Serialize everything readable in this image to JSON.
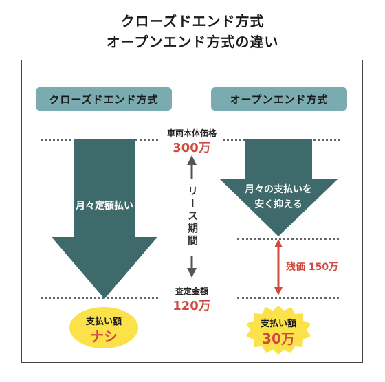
{
  "title": {
    "line1": "クローズドエンド方式",
    "line2": "オープンエンド方式の違い"
  },
  "closed": {
    "heading": "クローズドエンド方式",
    "arrow_label": "月々定額払い",
    "result_label": "支払い額",
    "result_value": "ナシ"
  },
  "open": {
    "heading": "オープンエンド方式",
    "arrow_label_line1": "月々の支払いを",
    "arrow_label_line2": "安く抑える",
    "residual_label": "残価 150万",
    "result_label": "支払い額",
    "result_value": "30万"
  },
  "center": {
    "price_label": "車両本体価格",
    "price_value": "300万",
    "lease_period": "リース期間",
    "appraisal_label": "査定金額",
    "appraisal_value": "120万"
  },
  "colors": {
    "arrow": "#3e6a6c",
    "tab": "#7aabb0",
    "red": "#d04a3f",
    "burst": "#fbe14a"
  }
}
